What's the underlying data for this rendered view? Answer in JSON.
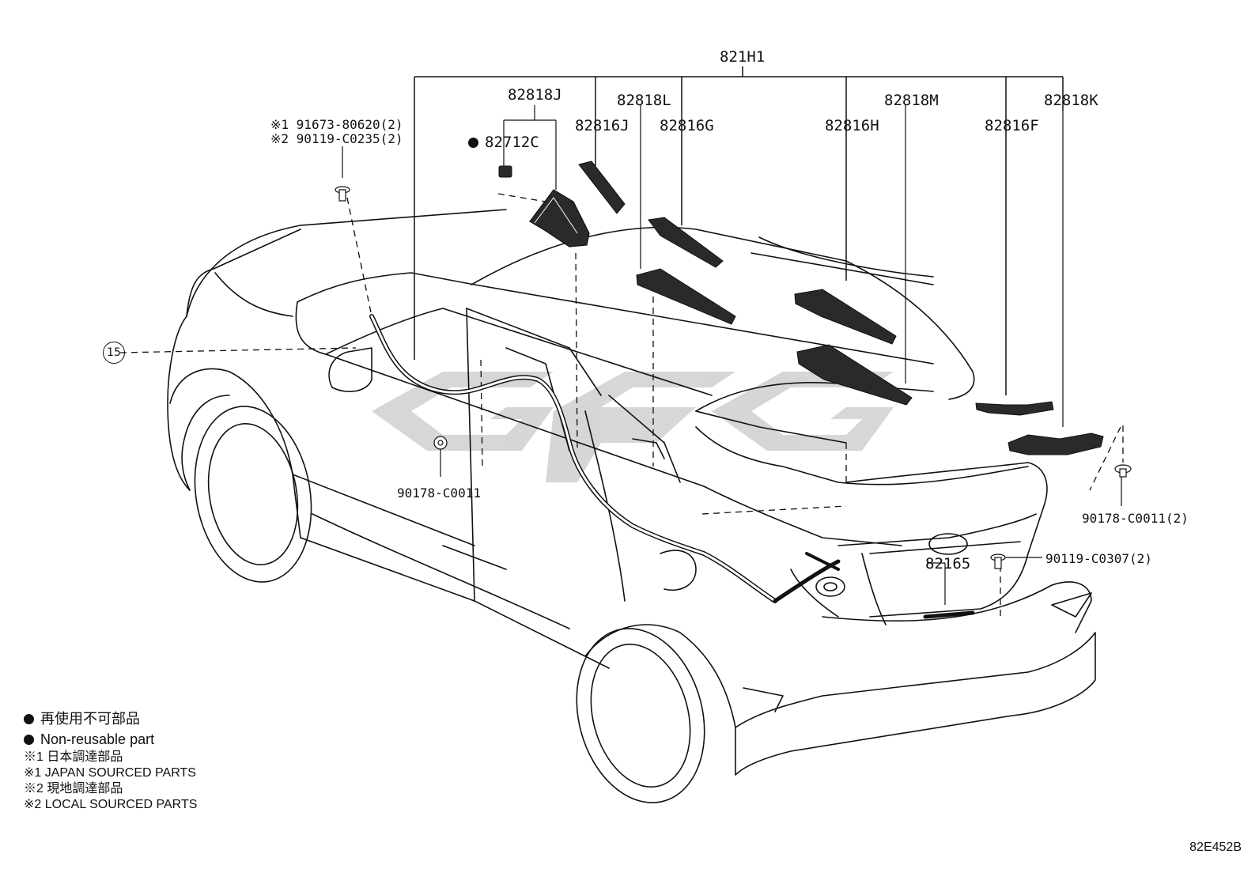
{
  "parts": {
    "p821H1": "821H1",
    "p82818J": "82818J",
    "p82818L": "82818L",
    "p82818M": "82818M",
    "p82818K": "82818K",
    "p82816J": "82816J",
    "p82816G": "82816G",
    "p82816H": "82816H",
    "p82816F": "82816F",
    "p82712C": "82712C",
    "p82165": "82165",
    "bolt_fwd_1": "※1 91673-80620(2)",
    "bolt_fwd_2": "※2 90119-C0235(2)",
    "clamp_side": "90178-C0011",
    "clamp_rear": "90178-C0011(2)",
    "bolt_rear": "90119-C0307(2)"
  },
  "callout_15": "15",
  "legend": {
    "nonreusable_jp": "再使用不可部品",
    "nonreusable_en": "Non-reusable part",
    "note1_jp": "※1 日本調達部品",
    "note1_en": "※1 JAPAN SOURCED PARTS",
    "note2_jp": "※2 現地調達部品",
    "note2_en": "※2 LOCAL SOURCED PARTS"
  },
  "diagram_code": "82E452B",
  "watermark": "GPG",
  "icons": [
    "filled-dot-icon",
    "clip-icon",
    "bolt-icon",
    "grommet-icon"
  ]
}
